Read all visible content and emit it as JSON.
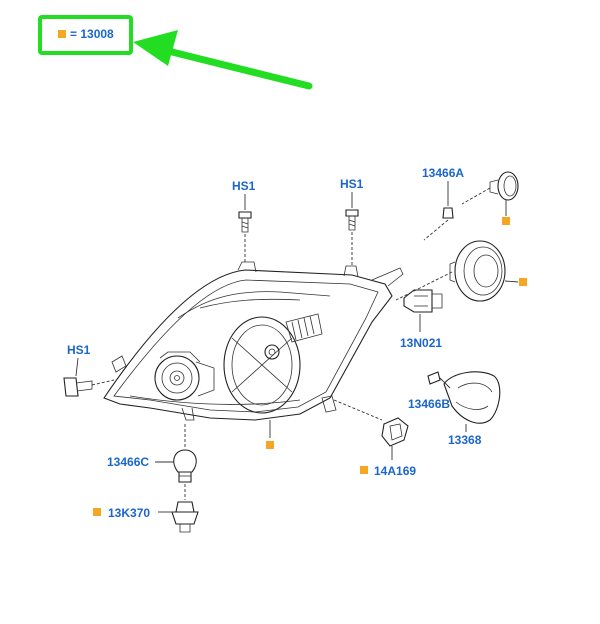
{
  "legend": {
    "symbol_color": "#f5a623",
    "text": "= 13008",
    "highlight_color": "#22dd22"
  },
  "labels": {
    "hs1_top_left": "HS1",
    "hs1_top_right": "HS1",
    "hs1_left": "HS1",
    "p13466a": "13466A",
    "p13n021": "13N021",
    "p13466b": "13466B",
    "p13368": "13368",
    "p13466c": "13466C",
    "p13k370": "13K370",
    "p14a169": "14A169"
  },
  "marker_color": "#f5a623",
  "label_color": "#1a66cc"
}
